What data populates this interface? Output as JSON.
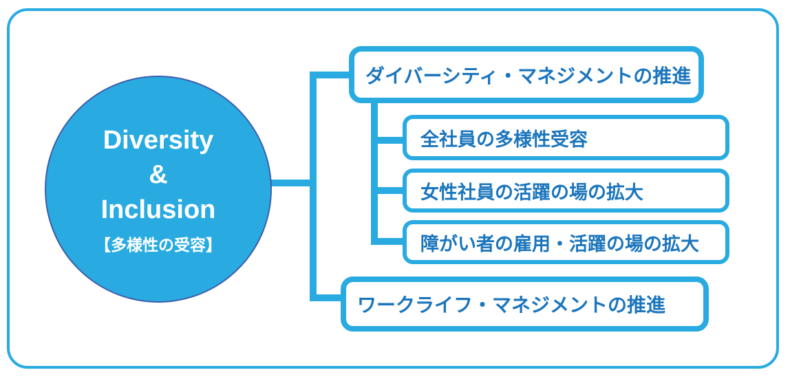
{
  "palette": {
    "accent_blue": "#29ABE2",
    "box_text_blue": "#1B75BC",
    "circle_fill": "#29ABE2",
    "circle_outline": "#3D5DA9",
    "background": "#FFFFFF"
  },
  "root_node": {
    "line1": "Diversity",
    "line2": "&",
    "line3": "Inclusion",
    "subtitle": "【多様性の受容】"
  },
  "branches": [
    {
      "label": "ダイバーシティ・マネジメントの推進",
      "children": [
        "全社員の多様性受容",
        "女性社員の活躍の場の拡大",
        "障がい者の雇用・活躍の場の拡大"
      ]
    },
    {
      "label": "ワークライフ・マネジメントの推進",
      "children": []
    }
  ]
}
